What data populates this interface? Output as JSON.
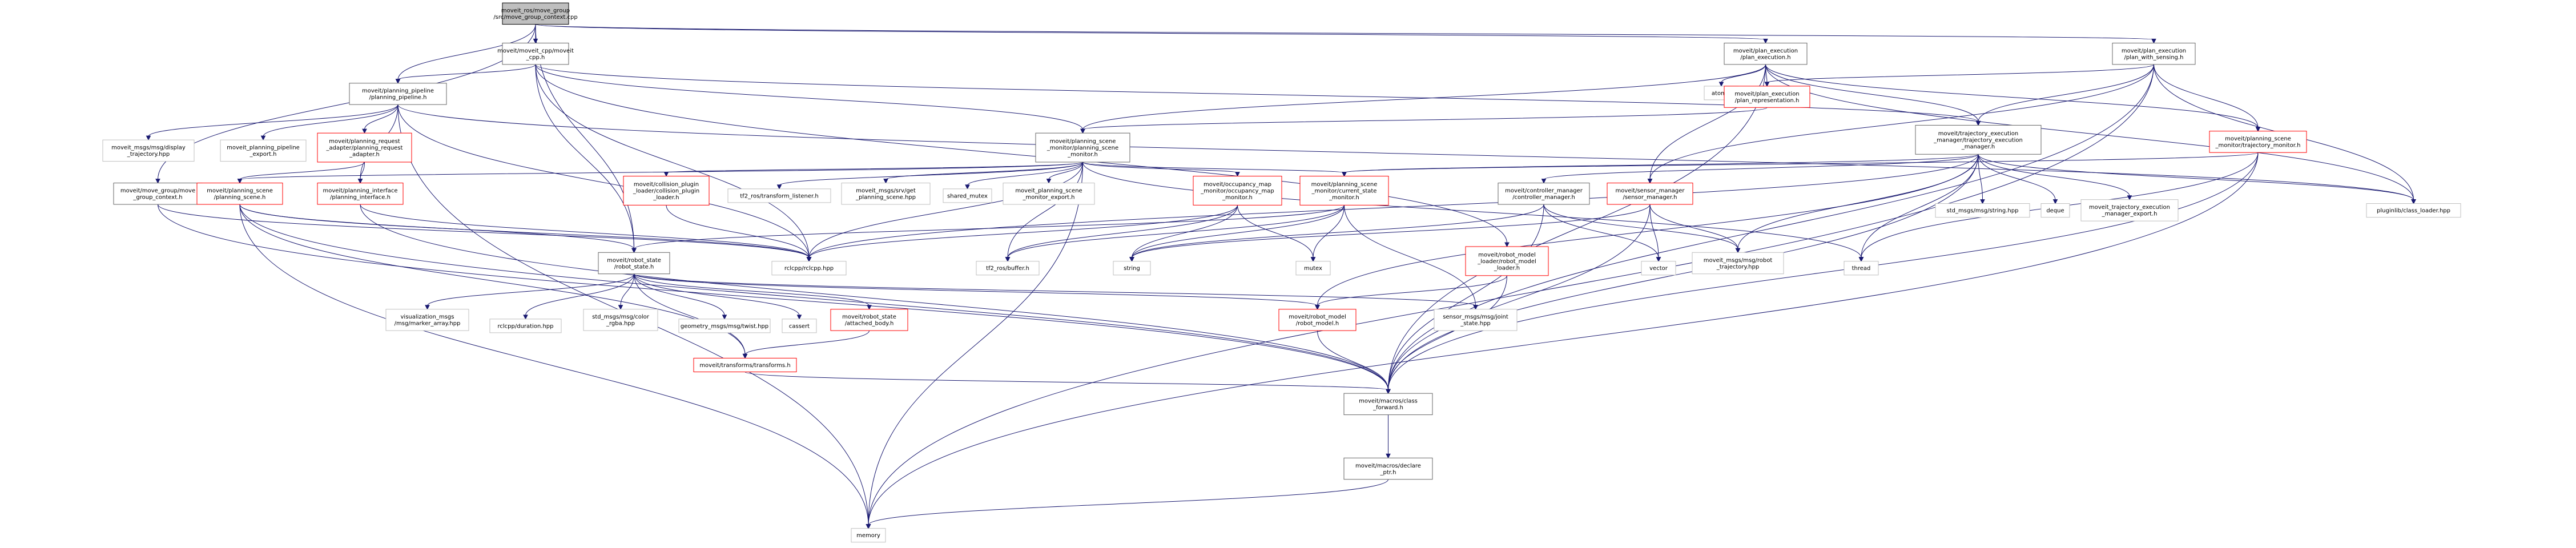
{
  "nodes": [
    {
      "id": "root",
      "lines": [
        "moveit_ros/move_group",
        "/src/move_group_context.cpp"
      ],
      "style": "root"
    },
    {
      "id": "moveit_cpp",
      "lines": [
        "moveit/moveit_cpp/moveit",
        "_cpp.h"
      ],
      "style": "normal"
    },
    {
      "id": "plan_execution",
      "lines": [
        "moveit/plan_execution",
        "/plan_execution.h"
      ],
      "style": "normal"
    },
    {
      "id": "plan_with_sensing",
      "lines": [
        "moveit/plan_execution",
        "/plan_with_sensing.h"
      ],
      "style": "normal"
    },
    {
      "id": "planning_pipeline",
      "lines": [
        "moveit/planning_pipeline",
        "/planning_pipeline.h"
      ],
      "style": "normal"
    },
    {
      "id": "atomic",
      "lines": [
        "atomic"
      ],
      "style": "ext"
    },
    {
      "id": "plan_representation",
      "lines": [
        "moveit/plan_execution",
        "/plan_representation.h"
      ],
      "style": "red"
    },
    {
      "id": "tem",
      "lines": [
        "moveit/trajectory_execution",
        "_manager/trajectory_execution",
        "_manager.h"
      ],
      "style": "normal"
    },
    {
      "id": "trajectory_monitor",
      "lines": [
        "moveit/planning_scene",
        "_monitor/trajectory_monitor.h"
      ],
      "style": "red"
    },
    {
      "id": "display_traj",
      "lines": [
        "moveit_msgs/msg/display",
        "_trajectory.hpp"
      ],
      "style": "ext"
    },
    {
      "id": "pp_export",
      "lines": [
        "moveit_planning_pipeline",
        "_export.h"
      ],
      "style": "ext"
    },
    {
      "id": "request_adapter",
      "lines": [
        "moveit/planning_request",
        "_adapter/planning_request",
        "_adapter.h"
      ],
      "style": "red"
    },
    {
      "id": "psm",
      "lines": [
        "moveit/planning_scene",
        "_monitor/planning_scene",
        "_monitor.h"
      ],
      "style": "normal"
    },
    {
      "id": "move_group_context",
      "lines": [
        "moveit/move_group/move",
        "_group_context.h"
      ],
      "style": "normal"
    },
    {
      "id": "planning_scene",
      "lines": [
        "moveit/planning_scene",
        "/planning_scene.h"
      ],
      "style": "red"
    },
    {
      "id": "planning_interface",
      "lines": [
        "moveit/planning_interface",
        "/planning_interface.h"
      ],
      "style": "red"
    },
    {
      "id": "collision_plugin",
      "lines": [
        "moveit/collision_plugin",
        "_loader/collision_plugin",
        "_loader.h"
      ],
      "style": "red"
    },
    {
      "id": "tf2_listener",
      "lines": [
        "tf2_ros/transform_listener.h"
      ],
      "style": "ext"
    },
    {
      "id": "get_planning_scene",
      "lines": [
        "moveit_msgs/srv/get",
        "_planning_scene.hpp"
      ],
      "style": "ext"
    },
    {
      "id": "shared_mutex",
      "lines": [
        "shared_mutex"
      ],
      "style": "ext"
    },
    {
      "id": "psm_export",
      "lines": [
        "moveit_planning_scene",
        "_monitor_export.h"
      ],
      "style": "ext"
    },
    {
      "id": "occupancy",
      "lines": [
        "moveit/occupancy_map",
        "_monitor/occupancy_map",
        "_monitor.h"
      ],
      "style": "red"
    },
    {
      "id": "current_state",
      "lines": [
        "moveit/planning_scene",
        "_monitor/current_state",
        "_monitor.h"
      ],
      "style": "red"
    },
    {
      "id": "controller_manager",
      "lines": [
        "moveit/controller_manager",
        "/controller_manager.h"
      ],
      "style": "normal"
    },
    {
      "id": "sensor_manager",
      "lines": [
        "moveit/sensor_manager",
        "/sensor_manager.h"
      ],
      "style": "red"
    },
    {
      "id": "std_string",
      "lines": [
        "std_msgs/msg/string.hpp"
      ],
      "style": "ext"
    },
    {
      "id": "deque",
      "lines": [
        "deque"
      ],
      "style": "ext"
    },
    {
      "id": "tem_export",
      "lines": [
        "moveit_trajectory_execution",
        "_manager_export.h"
      ],
      "style": "ext"
    },
    {
      "id": "class_loader",
      "lines": [
        "pluginlib/class_loader.hpp"
      ],
      "style": "ext"
    },
    {
      "id": "robot_state",
      "lines": [
        "moveit/robot_state",
        "/robot_state.h"
      ],
      "style": "normal"
    },
    {
      "id": "rclcpp",
      "lines": [
        "rclcpp/rclcpp.hpp"
      ],
      "style": "ext"
    },
    {
      "id": "tf2_buffer",
      "lines": [
        "tf2_ros/buffer.h"
      ],
      "style": "ext"
    },
    {
      "id": "string",
      "lines": [
        "string"
      ],
      "style": "ext"
    },
    {
      "id": "mutex",
      "lines": [
        "mutex"
      ],
      "style": "ext"
    },
    {
      "id": "robot_model_loader",
      "lines": [
        "moveit/robot_model",
        "_loader/robot_model",
        "_loader.h"
      ],
      "style": "red"
    },
    {
      "id": "vector",
      "lines": [
        "vector"
      ],
      "style": "ext"
    },
    {
      "id": "robot_trajectory_msg",
      "lines": [
        "moveit_msgs/msg/robot",
        "_trajectory.hpp"
      ],
      "style": "ext"
    },
    {
      "id": "thread",
      "lines": [
        "thread"
      ],
      "style": "ext"
    },
    {
      "id": "marker_array",
      "lines": [
        "visualization_msgs",
        "/msg/marker_array.hpp"
      ],
      "style": "ext"
    },
    {
      "id": "duration",
      "lines": [
        "rclcpp/duration.hpp"
      ],
      "style": "ext"
    },
    {
      "id": "color_rgba",
      "lines": [
        "std_msgs/msg/color",
        "_rgba.hpp"
      ],
      "style": "ext"
    },
    {
      "id": "twist",
      "lines": [
        "geometry_msgs/msg/twist.hpp"
      ],
      "style": "ext"
    },
    {
      "id": "cassert",
      "lines": [
        "cassert"
      ],
      "style": "ext"
    },
    {
      "id": "attached_body",
      "lines": [
        "moveit/robot_state",
        "/attached_body.h"
      ],
      "style": "red"
    },
    {
      "id": "robot_model",
      "lines": [
        "moveit/robot_model",
        "/robot_model.h"
      ],
      "style": "red"
    },
    {
      "id": "joint_state",
      "lines": [
        "sensor_msgs/msg/joint",
        "_state.hpp"
      ],
      "style": "ext"
    },
    {
      "id": "transforms",
      "lines": [
        "moveit/transforms/transforms.h"
      ],
      "style": "red"
    },
    {
      "id": "class_forward",
      "lines": [
        "moveit/macros/class",
        "_forward.h"
      ],
      "style": "normal"
    },
    {
      "id": "declare_ptr",
      "lines": [
        "moveit/macros/declare",
        "_ptr.h"
      ],
      "style": "normal"
    },
    {
      "id": "memory",
      "lines": [
        "memory"
      ],
      "style": "ext"
    }
  ],
  "edges": [
    [
      "root",
      "moveit_cpp"
    ],
    [
      "root",
      "plan_execution"
    ],
    [
      "root",
      "plan_with_sensing"
    ],
    [
      "root",
      "planning_pipeline"
    ],
    [
      "root",
      "move_group_context"
    ],
    [
      "root",
      "robot_state"
    ],
    [
      "moveit_cpp",
      "planning_pipeline"
    ],
    [
      "moveit_cpp",
      "psm"
    ],
    [
      "moveit_cpp",
      "tem"
    ],
    [
      "moveit_cpp",
      "rclcpp"
    ],
    [
      "moveit_cpp",
      "robot_state"
    ],
    [
      "moveit_cpp",
      "robot_model_loader"
    ],
    [
      "plan_execution",
      "plan_representation"
    ],
    [
      "plan_execution",
      "atomic"
    ],
    [
      "plan_execution",
      "tem"
    ],
    [
      "plan_execution",
      "trajectory_monitor"
    ],
    [
      "plan_execution",
      "psm"
    ],
    [
      "plan_execution",
      "sensor_manager"
    ],
    [
      "plan_execution",
      "class_loader"
    ],
    [
      "plan_execution",
      "class_forward"
    ],
    [
      "plan_with_sensing",
      "plan_representation"
    ],
    [
      "plan_with_sensing",
      "tem"
    ],
    [
      "plan_with_sensing",
      "trajectory_monitor"
    ],
    [
      "plan_with_sensing",
      "sensor_manager"
    ],
    [
      "plan_with_sensing",
      "class_loader"
    ],
    [
      "plan_with_sensing",
      "class_forward"
    ],
    [
      "plan_with_sensing",
      "memory"
    ],
    [
      "planning_pipeline",
      "display_traj"
    ],
    [
      "planning_pipeline",
      "pp_export"
    ],
    [
      "planning_pipeline",
      "request_adapter"
    ],
    [
      "planning_pipeline",
      "planning_interface"
    ],
    [
      "planning_pipeline",
      "class_loader"
    ],
    [
      "planning_pipeline",
      "rclcpp"
    ],
    [
      "planning_pipeline",
      "memory"
    ],
    [
      "plan_representation",
      "psm"
    ],
    [
      "tem",
      "current_state"
    ],
    [
      "tem",
      "controller_manager"
    ],
    [
      "tem",
      "std_string"
    ],
    [
      "tem",
      "deque"
    ],
    [
      "tem",
      "tem_export"
    ],
    [
      "tem",
      "class_loader"
    ],
    [
      "tem",
      "robot_trajectory_msg"
    ],
    [
      "tem",
      "thread"
    ],
    [
      "tem",
      "rclcpp"
    ],
    [
      "tem",
      "class_forward"
    ],
    [
      "tem",
      "robot_model"
    ],
    [
      "trajectory_monitor",
      "current_state"
    ],
    [
      "trajectory_monitor",
      "thread"
    ],
    [
      "trajectory_monitor",
      "class_forward"
    ],
    [
      "trajectory_monitor",
      "memory"
    ],
    [
      "request_adapter",
      "planning_scene"
    ],
    [
      "request_adapter",
      "planning_interface"
    ],
    [
      "psm",
      "planning_scene"
    ],
    [
      "psm",
      "collision_plugin"
    ],
    [
      "psm",
      "tf2_listener"
    ],
    [
      "psm",
      "get_planning_scene"
    ],
    [
      "psm",
      "shared_mutex"
    ],
    [
      "psm",
      "psm_export"
    ],
    [
      "psm",
      "occupancy"
    ],
    [
      "psm",
      "current_state"
    ],
    [
      "psm",
      "thread"
    ],
    [
      "psm",
      "tf2_buffer"
    ],
    [
      "psm",
      "rclcpp"
    ],
    [
      "psm",
      "memory"
    ],
    [
      "move_group_context",
      "planning_scene"
    ],
    [
      "move_group_context",
      "class_forward"
    ],
    [
      "move_group_context",
      "rclcpp"
    ],
    [
      "planning_scene",
      "robot_state"
    ],
    [
      "planning_scene",
      "rclcpp"
    ],
    [
      "planning_scene",
      "transforms"
    ],
    [
      "planning_scene",
      "class_forward"
    ],
    [
      "planning_scene",
      "memory"
    ],
    [
      "planning_interface",
      "rclcpp"
    ],
    [
      "planning_interface",
      "class_forward"
    ],
    [
      "collision_plugin",
      "rclcpp"
    ],
    [
      "occupancy",
      "tf2_buffer"
    ],
    [
      "occupancy",
      "string"
    ],
    [
      "occupancy",
      "mutex"
    ],
    [
      "occupancy",
      "rclcpp"
    ],
    [
      "current_state",
      "robot_state"
    ],
    [
      "current_state",
      "joint_state"
    ],
    [
      "current_state",
      "tf2_buffer"
    ],
    [
      "current_state",
      "mutex"
    ],
    [
      "current_state",
      "string"
    ],
    [
      "controller_manager",
      "vector"
    ],
    [
      "controller_manager",
      "string"
    ],
    [
      "controller_manager",
      "robot_trajectory_msg"
    ],
    [
      "controller_manager",
      "class_forward"
    ],
    [
      "sensor_manager",
      "vector"
    ],
    [
      "sensor_manager",
      "robot_trajectory_msg"
    ],
    [
      "sensor_manager",
      "class_forward"
    ],
    [
      "sensor_manager",
      "string"
    ],
    [
      "robot_model_loader",
      "robot_model"
    ],
    [
      "robot_model_loader",
      "class_forward"
    ],
    [
      "robot_state",
      "marker_array"
    ],
    [
      "robot_state",
      "duration"
    ],
    [
      "robot_state",
      "color_rgba"
    ],
    [
      "robot_state",
      "twist"
    ],
    [
      "robot_state",
      "cassert"
    ],
    [
      "robot_state",
      "attached_body"
    ],
    [
      "robot_state",
      "robot_model"
    ],
    [
      "robot_state",
      "joint_state"
    ],
    [
      "robot_state",
      "transforms"
    ],
    [
      "attached_body",
      "transforms"
    ],
    [
      "robot_model",
      "class_forward"
    ],
    [
      "transforms",
      "class_forward"
    ],
    [
      "class_forward",
      "declare_ptr"
    ],
    [
      "declare_ptr",
      "memory"
    ]
  ],
  "colors": {
    "edge": "#191970",
    "border_normal": "#666666",
    "border_red": "#ff0000",
    "border_ext": "#bfbfbf",
    "root_fill": "#bfbfbf"
  }
}
